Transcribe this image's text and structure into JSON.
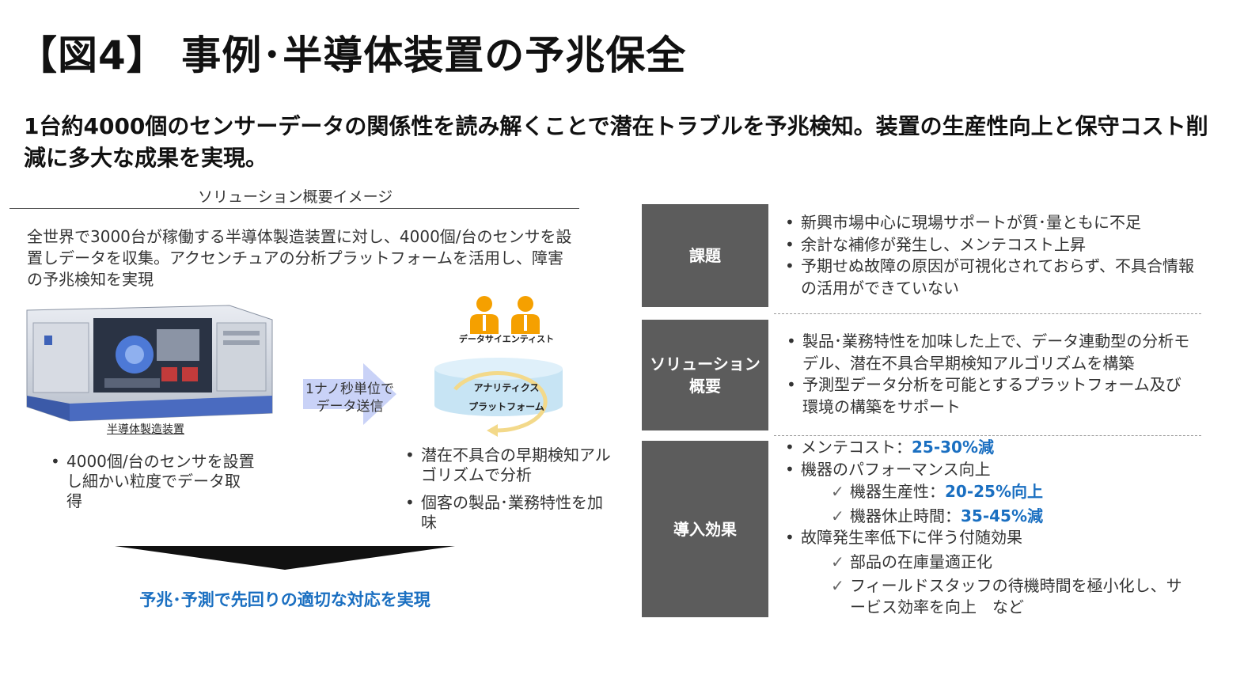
{
  "title": "【図4】 事例･半導体装置の予兆保全",
  "lead": "1台約4000個のセンサーデータの関係性を読み解くことで潜在トラブルを予兆検知。装置の生産性向上と保守コスト削減に多大な成果を実現。",
  "diagram": {
    "label": "ソリューション概要イメージ",
    "description": "全世界で3000台が稼働する半導体製造装置に対し、4000個/台のセンサを設置しデータを収集。アクセンチュアの分析プラットフォームを活用し、障害の予兆検知を実現",
    "machine_caption": "半導体製造装置",
    "transfer_label": "1ナノ秒単位でデータ送信",
    "people_caption": "データサイエンティスト",
    "platform_label_1": "アナリティクス",
    "platform_label_2": "プラットフォーム",
    "left_bullets": [
      "4000個/台のセンサを設置し細かい粒度でデータ取得"
    ],
    "mid_bullets": [
      "潜在不具合の早期検知アルゴリズムで分析",
      "個客の製品･業務特性を加味"
    ],
    "outcome": "予兆･予測で先回りの適切な対応を実現"
  },
  "sections": {
    "challenge": {
      "label": "課題",
      "items": [
        "新興市場中心に現場サポートが質･量ともに不足",
        "余計な補修が発生し、メンテコスト上昇",
        "予期せぬ故障の原因が可視化されておらず、不具合情報の活用ができていない"
      ]
    },
    "solution": {
      "label": "ソリューション概要",
      "items": [
        "製品･業務特性を加味した上で、データ連動型の分析モデル、潜在不具合早期検知アルゴリズムを構築",
        "予測型データ分析を可能とするプラットフォーム及び環境の構築をサポート"
      ]
    },
    "effect": {
      "label": "導入効果",
      "maint_label": "メンテコスト：",
      "maint_value": "25-30%減",
      "perf_label": "機器のパフォーマンス向上",
      "prod_label": "機器生産性：",
      "prod_value": "20-25%向上",
      "down_label": "機器休止時間：",
      "down_value": "35-45%減",
      "side_label": "故障発生率低下に伴う付随効果",
      "inventory": "部品の在庫量適正化",
      "field": "フィールドスタッフの待機時間を極小化し、サービス効率を向上　など",
      "check_mark": "✓"
    }
  },
  "colors": {
    "accent_blue": "#1a6fc1",
    "label_box_gray": "#5c5c5c",
    "people_orange": "#f5a000",
    "platform_blue": "#c7e4f4",
    "loop_yellow": "#f3d98a",
    "arrow_blue": "#c9d2f7"
  }
}
